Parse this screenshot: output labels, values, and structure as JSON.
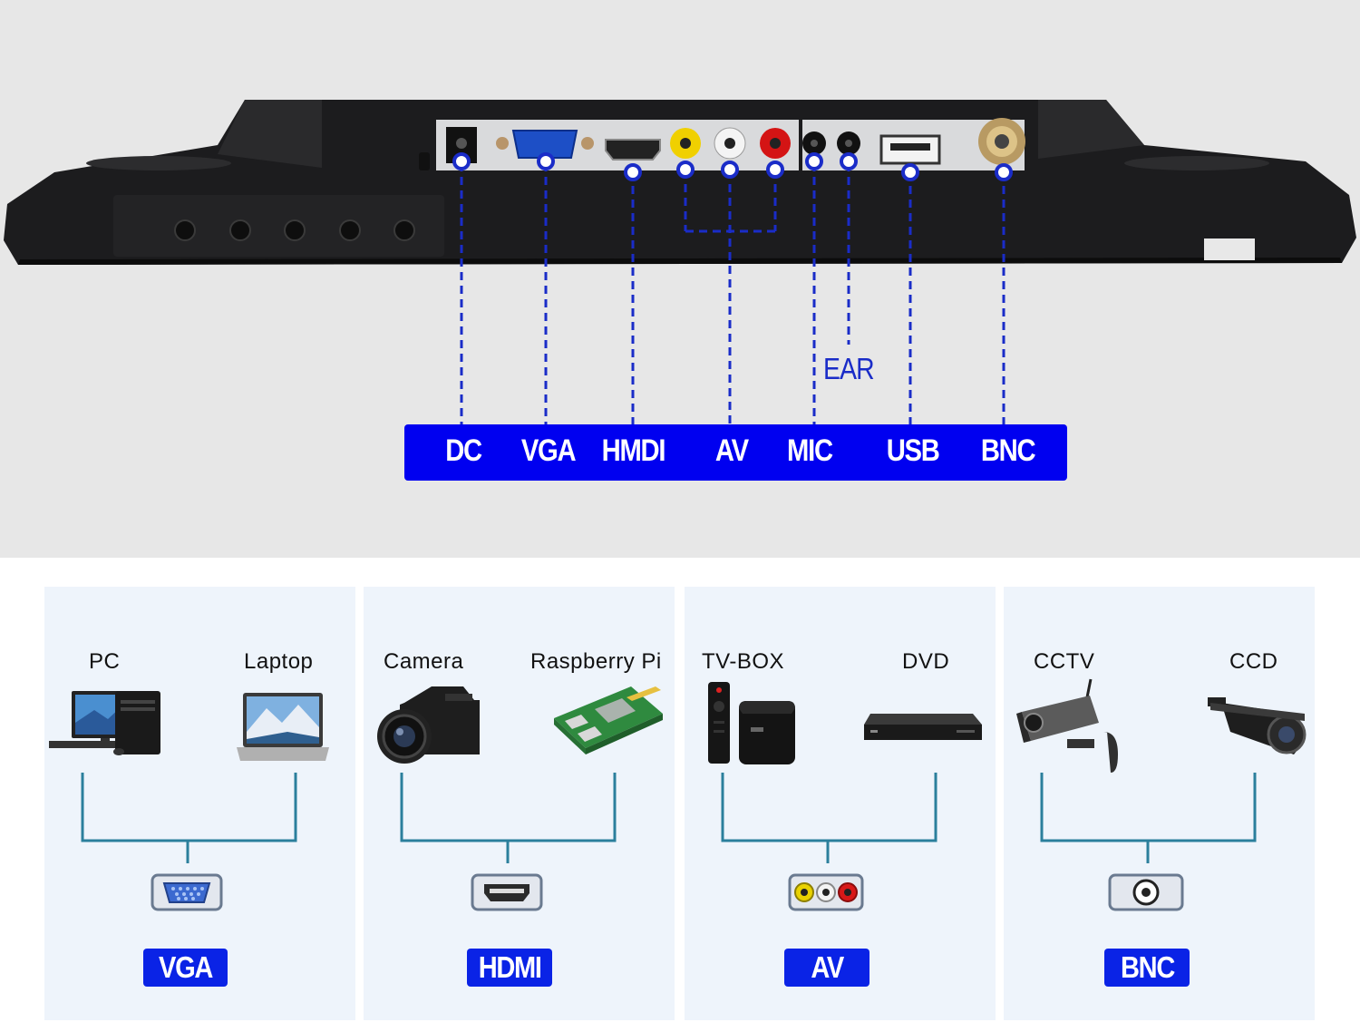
{
  "ports": {
    "dc": "DC",
    "vga": "VGA",
    "hdmi": "HMDI",
    "av": "AV",
    "mic": "MIC",
    "usb": "USB",
    "bnc": "BNC",
    "ear": "EAR"
  },
  "panels": [
    {
      "left_device": "PC",
      "right_device": "Laptop",
      "interface": "VGA",
      "connector_icon": "vga-connector-icon"
    },
    {
      "left_device": "Camera",
      "right_device": "Raspberry Pi",
      "interface": "HDMI",
      "connector_icon": "hdmi-connector-icon"
    },
    {
      "left_device": "TV-BOX",
      "right_device": "DVD",
      "interface": "AV",
      "connector_icon": "av-connector-icon"
    },
    {
      "left_device": "CCTV",
      "right_device": "CCD",
      "interface": "BNC",
      "connector_icon": "bnc-connector-icon"
    }
  ],
  "colors": {
    "label_bar": "#0000f0",
    "badge": "#0a23e6",
    "dashed_line": "#1a2cc8",
    "tree_line": "#2b7f9c",
    "panel_bg": "#eef4fb"
  }
}
